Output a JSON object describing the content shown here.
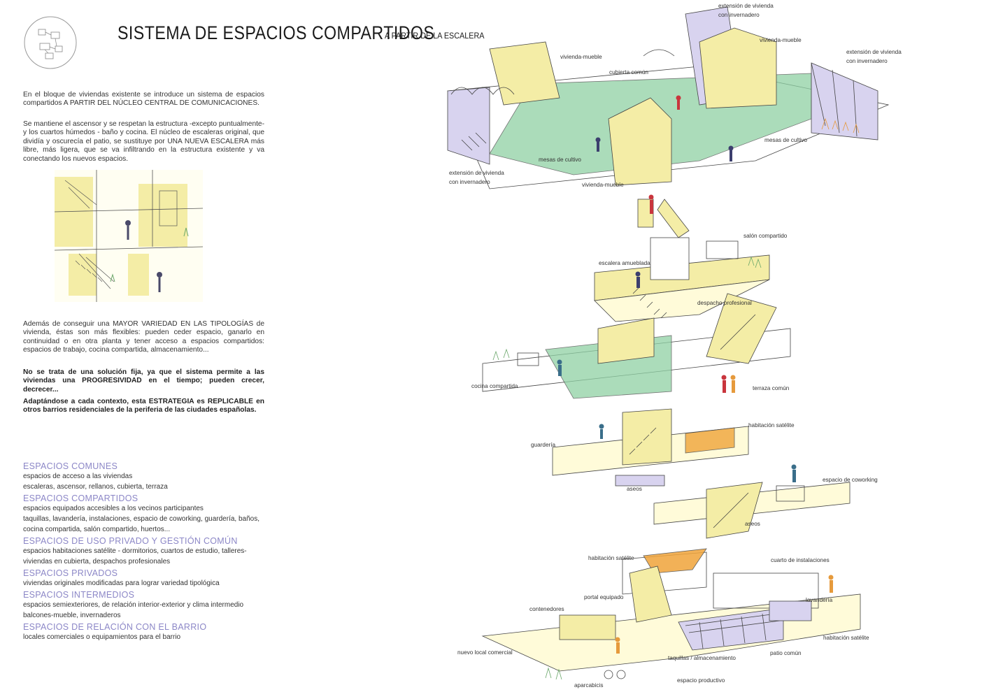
{
  "title": {
    "main": "SISTEMA DE ESPACIOS COMPARTIDOS",
    "sub": "A PARTIR DE LA ESCALERA"
  },
  "text": {
    "p1": "En el bloque de viviendas existente se introduce un sistema de espacios compartidos A PARTIR DEL NÚCLEO CENTRAL DE COMUNICACIONES.",
    "p2": "Se mantiene el ascensor y se respetan la estructura -excepto puntualmente- y los cuartos húmedos - baño y cocina. El núcleo de escaleras original, que dividía y oscurecía el patio, se sustituye por UNA NUEVA ESCALERA más libre, más ligera, que se va infiltrando en la estructura existente y va conectando los nuevos espacios.",
    "p3": "Además de conseguir una MAYOR VARIEDAD EN LAS TIPOLOGÍAS de vivienda, éstas son más flexibles: pueden ceder espacio, ganarlo en continuidad o en otra planta y tener acceso a espacios compartidos: espacios de trabajo, cocina compartida, almacenamiento...",
    "p4": "No se trata de una solución fija, ya que el sistema permite a las viviendas una PROGRESIVIDAD en el tiempo; pueden crecer, decrecer...",
    "p5": "Adaptándose a cada contexto, esta ESTRATEGIA es REPLICABLE en otros barrios residenciales de la periferia de las ciudades españolas."
  },
  "legend": [
    {
      "title": "ESPACIOS COMUNES",
      "lines": [
        "espacios de acceso a las viviendas",
        "escaleras, ascensor, rellanos, cubierta, terraza"
      ]
    },
    {
      "title": "ESPACIOS COMPARTIDOS",
      "lines": [
        "espacios equipados accesibles a los vecinos participantes",
        "taquillas, lavandería, instalaciones, espacio de coworking, guardería, baños, cocina compartida, salón compartido, huertos..."
      ]
    },
    {
      "title": "ESPACIOS DE USO PRIVADO Y GESTIÓN COMÚN",
      "lines": [
        "espacios habitaciones satélite - dormitorios, cuartos de estudio, talleres- viviendas en cubierta, despachos profesionales"
      ]
    },
    {
      "title": "ESPACIOS PRIVADOS",
      "lines": [
        "viviendas originales modificadas para lograr variedad tipológica"
      ]
    },
    {
      "title": "ESPACIOS INTERMEDIOS",
      "lines": [
        "espacios semiexteriores, de relación interior-exterior y clima intermedio",
        "balcones-mueble, invernaderos"
      ]
    },
    {
      "title": "ESPACIOS DE RELACIÓN CON EL BARRIO",
      "lines": [
        "locales comerciales o equipamientos para el barrio"
      ]
    }
  ],
  "labels": {
    "ext1": "extensión de vivienda",
    "ext1b": "con invernadero",
    "vm1": "vivienda-mueble",
    "vm2": "vivienda-mueble",
    "ext2": "extensión de vivienda",
    "ext2b": "con invernadero",
    "cub": "cubierta común",
    "mesas1": "mesas de cultivo",
    "mesas2": "mesas de cultivo",
    "ext3": "extensión de vivienda",
    "ext3b": "con invernadero",
    "vm3": "vivienda-mueble",
    "salon": "salón compartido",
    "escalera": "escalera amueblada",
    "despacho": "despacho profesional",
    "cocina": "cocina compartida",
    "terraza": "terraza común",
    "hab1": "habitación satélite",
    "guarderia": "guardería",
    "aseos1": "aseos",
    "cowork": "espacio de coworking",
    "aseos2": "aseos",
    "hab2": "habitación satélite",
    "instal": "cuarto de instalaciones",
    "portal": "portal equipado",
    "contenedores": "contenedores",
    "lavanderia": "lavandería",
    "hab3": "habitación satélite",
    "local": "nuevo local comercial",
    "patio": "patio común",
    "taquillas": "taquillas / almacenamiento",
    "productivo": "espacio productivo",
    "aparcabicis": "aparcabicis"
  },
  "colors": {
    "legend_heading": "#8c87c7",
    "sketch_yellow": "#f4eda6",
    "sketch_green": "#7fc79a",
    "sketch_lilac": "#c9c3e6",
    "sketch_orange": "#f0a43a"
  }
}
